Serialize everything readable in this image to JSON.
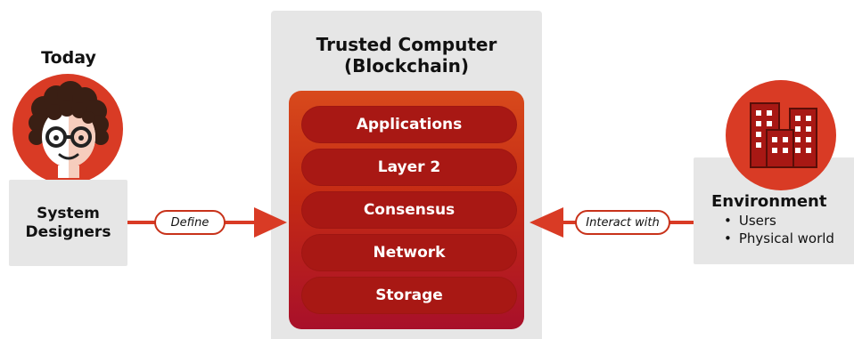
{
  "left": {
    "heading": "Today",
    "box_line1": "System",
    "box_line2": "Designers",
    "arrow_label": "Define"
  },
  "center": {
    "title_line1": "Trusted Computer",
    "title_line2": "(Blockchain)",
    "layers": [
      "Applications",
      "Layer 2",
      "Consensus",
      "Network",
      "Storage"
    ]
  },
  "right": {
    "title": "Environment",
    "items": [
      "Users",
      "Physical world"
    ],
    "arrow_label": "Interact with"
  },
  "colors": {
    "accent_red": "#d93b25",
    "layer_red": "#a81814",
    "panel_gray": "#e6e6e6"
  }
}
